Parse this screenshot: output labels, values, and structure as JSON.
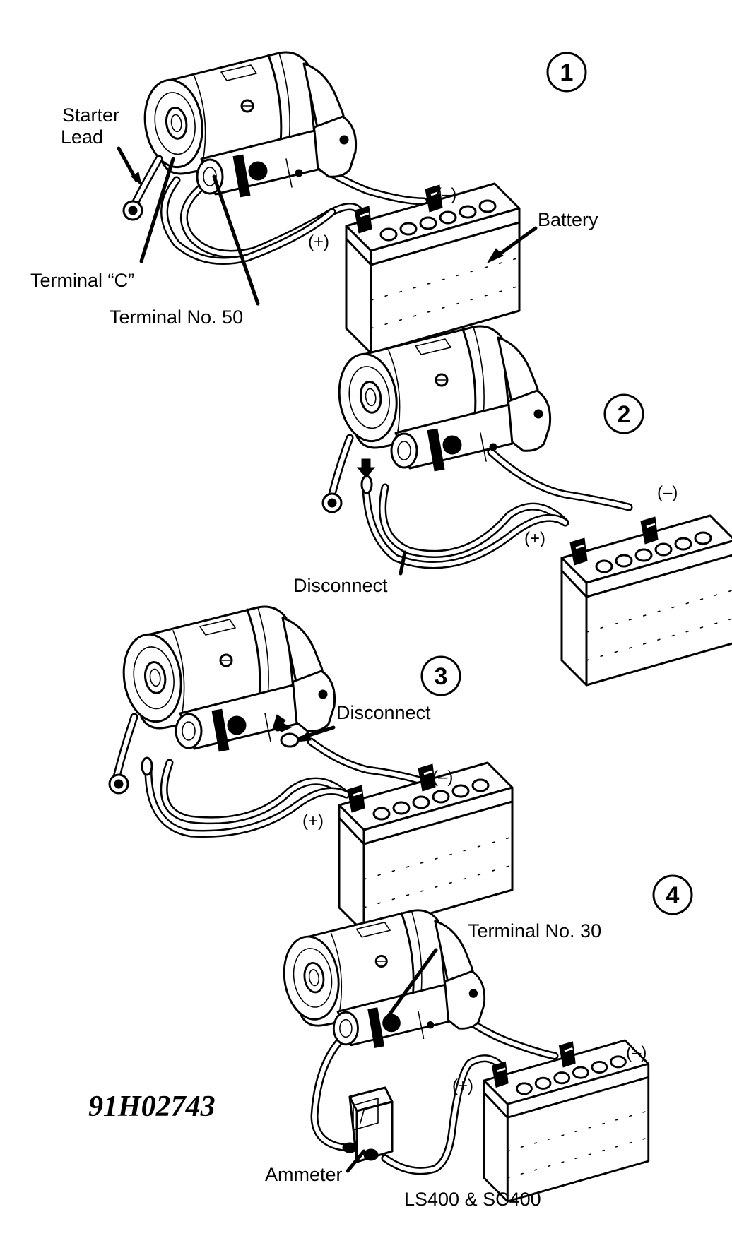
{
  "figure": {
    "code": "91H02743",
    "model_caption": "LS400 & SC400"
  },
  "steps": [
    {
      "number": "1",
      "labels": {
        "starter_lead": [
          "Starter",
          "Lead"
        ],
        "terminal_c": "Terminal “C”",
        "terminal_50": "Terminal No. 50",
        "battery": "Battery",
        "negative": "(–)",
        "positive": "(+)"
      }
    },
    {
      "number": "2",
      "labels": {
        "disconnect": "Disconnect",
        "negative": "(–)",
        "positive": "(+)"
      }
    },
    {
      "number": "3",
      "labels": {
        "disconnect": "Disconnect",
        "negative": "(–)",
        "positive": "(+)"
      }
    },
    {
      "number": "4",
      "labels": {
        "terminal_30": "Terminal No. 30",
        "ammeter": "Ammeter",
        "negative": "(–)",
        "positive": "(+)"
      }
    }
  ],
  "colors": {
    "ink": "#000000",
    "paper": "#ffffff"
  }
}
